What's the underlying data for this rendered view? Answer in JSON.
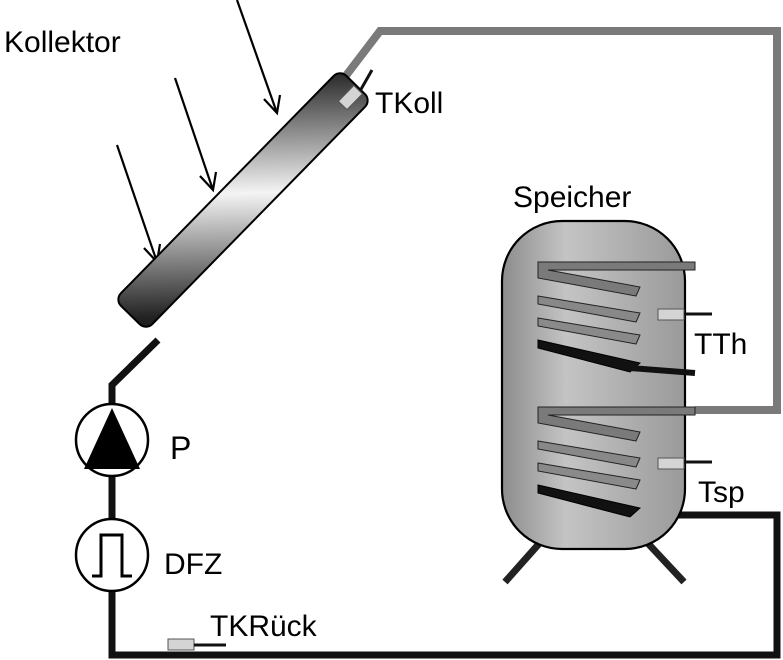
{
  "labels": {
    "collector": "Kollektor",
    "collector_sensor": "TKoll",
    "storage": "Speicher",
    "storage_sensor_top": "TTh",
    "storage_sensor_bottom": "Tsp",
    "pump": "P",
    "flow_meter": "DFZ",
    "return_sensor": "TKRück"
  },
  "colors": {
    "return_pipe": "#111111",
    "flow_pipe": "#7a7a7a",
    "tank_fill": "#a8a8a8",
    "sensor": "#d4d4d4"
  }
}
